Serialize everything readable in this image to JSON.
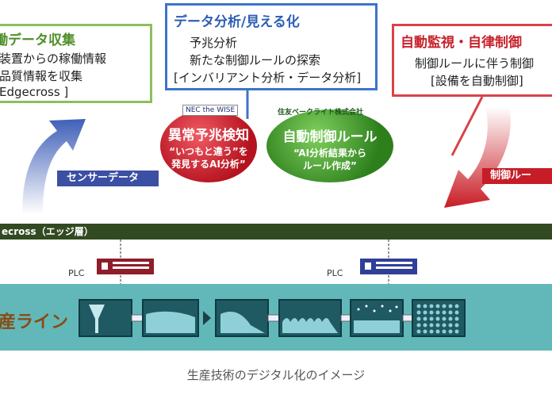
{
  "left_box": {
    "title": "働データ収集",
    "lines": [
      "装置からの稼働情報",
      "品質情報を収集",
      "Edgecross ]"
    ]
  },
  "center_box": {
    "title": "データ分析/見える化",
    "lines": [
      "予兆分析",
      "新たな制御ルールの探索",
      "[インバリアント分析・データ分析]"
    ]
  },
  "right_box": {
    "title": "自動監視・自律制御",
    "lines": [
      "制御ルールに伴う制御",
      "[設備を自動制御]"
    ]
  },
  "badge_left": {
    "logo": "NEC the WISE",
    "title": "異常予兆検知",
    "line1": "“いつもと違う”を",
    "line2": "発見するAI分析”"
  },
  "badge_right": {
    "logo": "住友ベークライト株式会社",
    "title": "自動制御ルール",
    "line1": "“AI分析結果から",
    "line2": "ルール作成”"
  },
  "sensor_label": "センサーデータ",
  "control_label": "制御ルー",
  "edge_bar_label": "ecross（エッジ層）",
  "plc_left": "PLC",
  "plc_right": "PLC",
  "line_label": "産ライン",
  "caption": "生産技術のデジタル化のイメージ",
  "colors": {
    "green": "#8cc05a",
    "blue": "#3d74c8",
    "red": "#d8434a",
    "edge_bar": "#324a21",
    "line_band": "#62b8b8",
    "plc_red": "#8f1d2a",
    "plc_blue": "#2f3f98"
  }
}
